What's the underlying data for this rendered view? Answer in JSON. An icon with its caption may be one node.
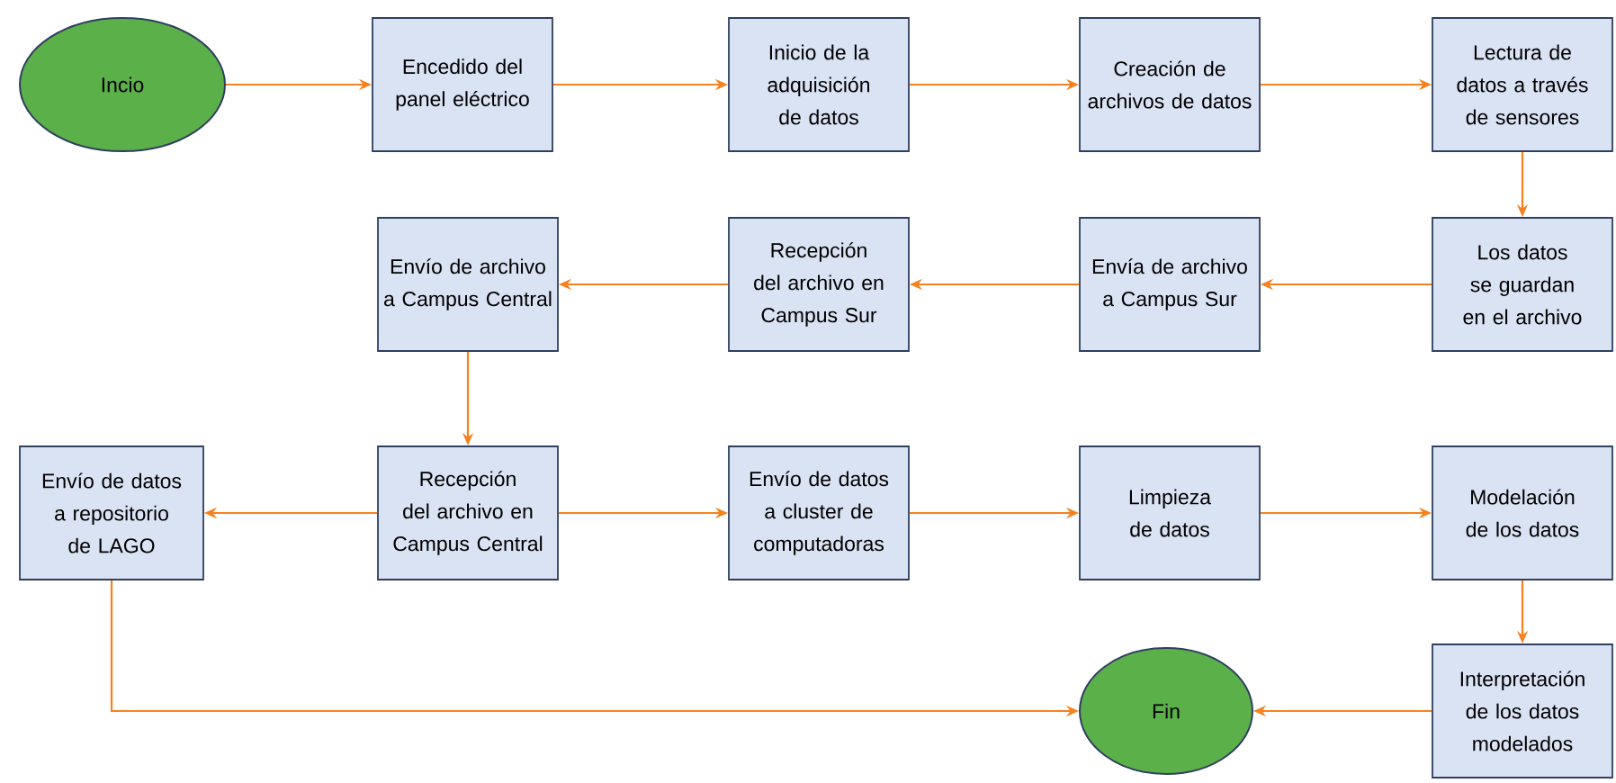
{
  "diagram": {
    "nodes": [
      {
        "text": [
          "Incio"
        ]
      },
      {
        "text": [
          "Encedido del panel eléctrico"
        ]
      },
      {
        "text": [
          "Inicio de la adquisición de datos"
        ]
      },
      {
        "text": [
          "Creación de archivos de datos"
        ]
      },
      {
        "text": [
          "Lectura de datos a través de sensores"
        ]
      },
      {
        "text": [
          "Los datos se guardan en el archivo"
        ]
      },
      {
        "text": [
          "Envía de archivo a Campus Sur"
        ]
      },
      {
        "text": [
          "Recepción del archivo en Campus Sur"
        ]
      },
      {
        "text": [
          "Envío de archivo a Campus Central"
        ]
      },
      {
        "text": [
          "Envío de datos a repositorio de LAGO"
        ]
      },
      {
        "text": [
          "Recepción del archivo en Campus Central"
        ]
      },
      {
        "text": [
          "Envío de datos a cluster de computadoras"
        ]
      },
      {
        "text": [
          "Limpieza de datos"
        ]
      },
      {
        "text": [
          "Modelación de los datos"
        ]
      },
      {
        "text": [
          "Interpretación de los datos modelados"
        ]
      },
      {
        "text": [
          "Fin"
        ]
      }
    ],
    "edges": [
      {
        "from": 0,
        "to": 1,
        "arrow": "to"
      },
      {
        "from": 1,
        "to": 2,
        "arrow": "to"
      },
      {
        "from": 2,
        "to": 3,
        "arrow": "to"
      },
      {
        "from": 3,
        "to": 4,
        "arrow": "to"
      },
      {
        "from": 4,
        "to": 5,
        "arrow": "to"
      },
      {
        "from": 5,
        "to": 6,
        "arrow": "to"
      },
      {
        "from": 6,
        "to": 7,
        "arrow": "to"
      },
      {
        "from": 7,
        "to": 8,
        "arrow": "to"
      },
      {
        "from": 8,
        "to": 10,
        "arrow": "to"
      },
      {
        "from": 10,
        "to": 9,
        "arrow": "to"
      },
      {
        "from": 10,
        "to": 11,
        "arrow": "to"
      },
      {
        "from": 11,
        "to": 12,
        "arrow": "to"
      },
      {
        "from": 12,
        "to": 13,
        "arrow": "to"
      },
      {
        "from": 13,
        "to": 14,
        "arrow": "to"
      },
      {
        "from": 14,
        "to": 15,
        "arrow": "to"
      },
      {
        "from": 9,
        "to": 15,
        "arrow": "to"
      }
    ]
  }
}
